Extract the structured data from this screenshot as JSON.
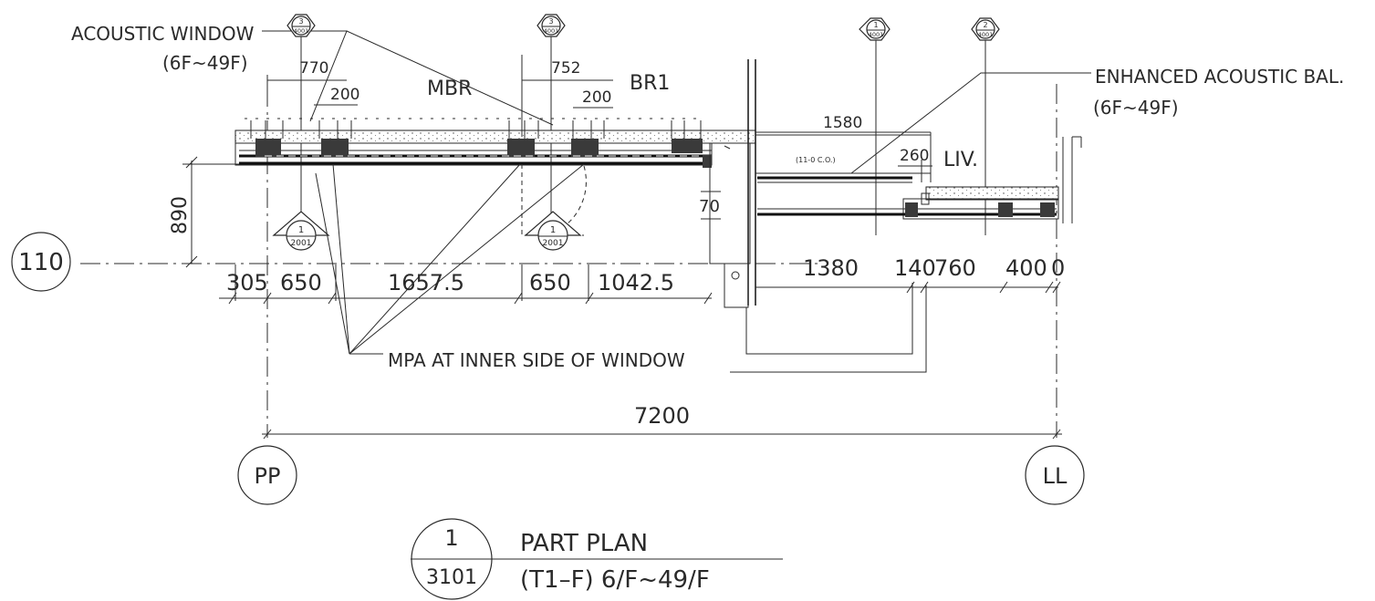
{
  "labels": {
    "acoustic_window": "ACOUSTIC WINDOW",
    "acoustic_window_floors": "(6F~49F)",
    "enhanced_bal": "ENHANCED ACOUSTIC BAL.",
    "enhanced_bal_floors": "(6F~49F)",
    "mpa_note": "MPA AT INNER SIDE OF WINDOW",
    "room_mbr": "MBR",
    "room_br1": "BR1",
    "room_liv": "LIV.",
    "opening_note": "(11-0 C.O.)"
  },
  "section_markers": [
    {
      "num": "3",
      "sheet": "4001"
    },
    {
      "num": "3",
      "sheet": "4001"
    },
    {
      "num": "1",
      "sheet": "4001"
    },
    {
      "num": "2",
      "sheet": "4001"
    }
  ],
  "detail_markers": [
    {
      "num": "1",
      "sheet": "2001"
    },
    {
      "num": "1",
      "sheet": "2001"
    }
  ],
  "gridlines": {
    "row": "110",
    "left": "PP",
    "right": "LL"
  },
  "dimensions": {
    "top_770": "770",
    "top_200a": "200",
    "top_752": "752",
    "top_200b": "200",
    "top_1580": "1580",
    "top_260": "260",
    "side_890": "890",
    "side_70": "70",
    "overall": "7200",
    "chain": [
      "305",
      "650",
      "1657.5",
      "650",
      "1042.5",
      "1380",
      "140",
      "760",
      "400",
      "0"
    ]
  },
  "title_block": {
    "number": "1",
    "sheet": "3101",
    "title": "PART PLAN",
    "subtitle": "(T1–F) 6/F~49/F"
  }
}
